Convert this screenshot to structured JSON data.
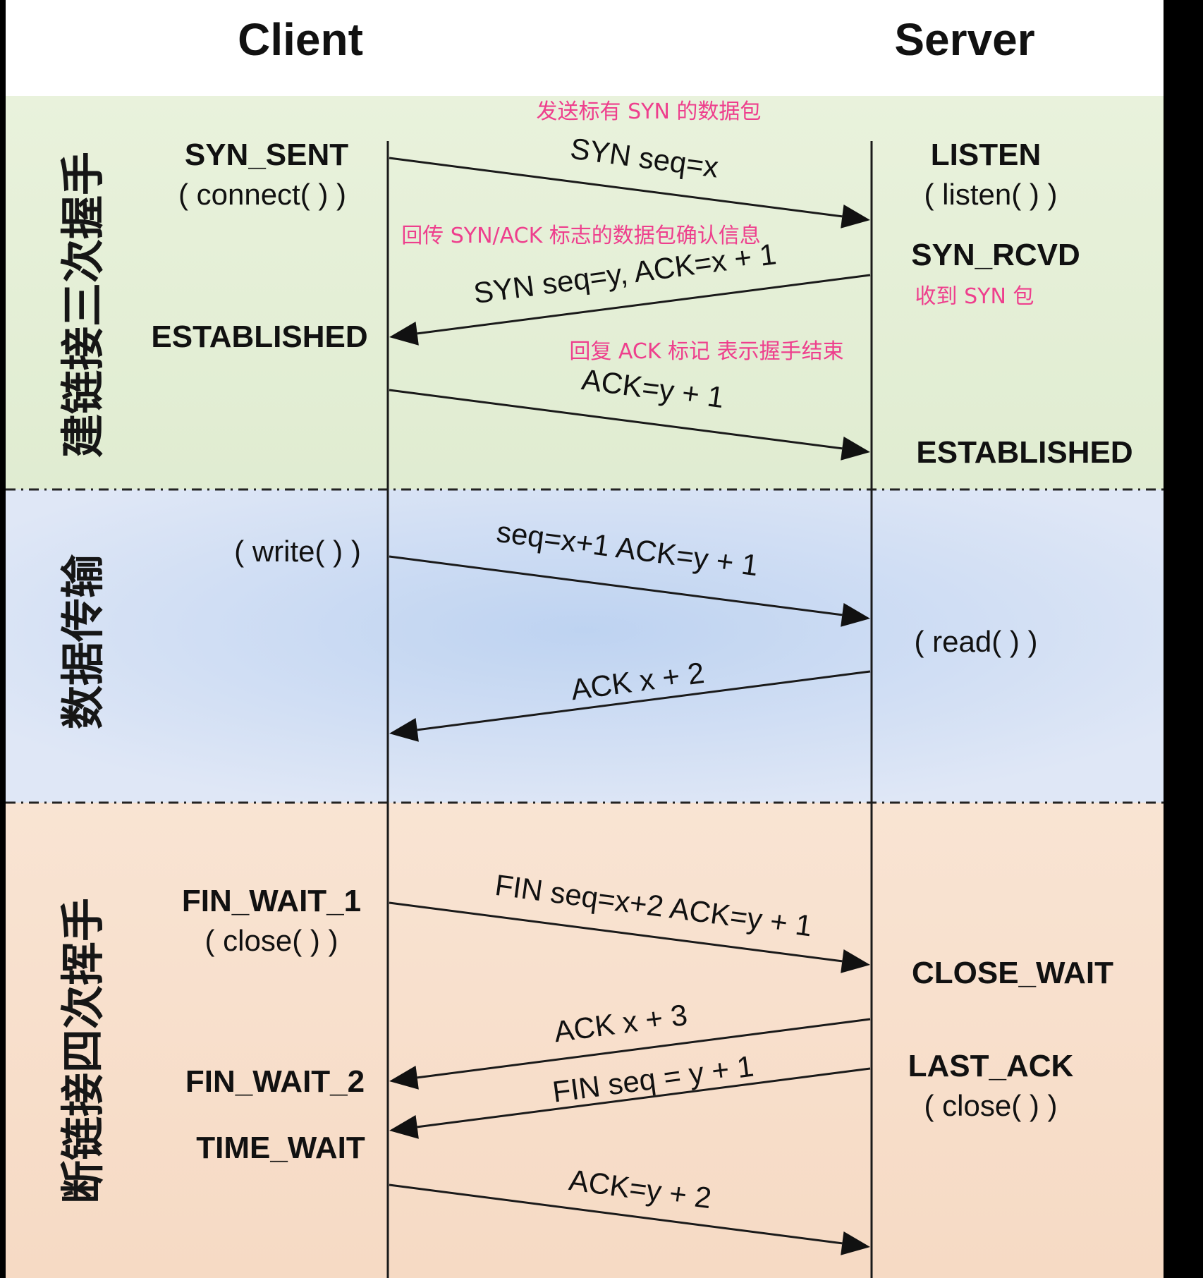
{
  "header": {
    "client": "Client",
    "server": "Server"
  },
  "phases": {
    "handshake": "建链接三次握手",
    "transfer": "数据传输",
    "teardown": "断链接四次挥手"
  },
  "client_states": {
    "syn_sent": "SYN_SENT",
    "connect_call": "( connect( ) )",
    "established": "ESTABLISHED",
    "write_call": "( write( ) )",
    "fin_wait_1": "FIN_WAIT_1",
    "close_call": "( close( ) )",
    "fin_wait_2": "FIN_WAIT_2",
    "time_wait": "TIME_WAIT"
  },
  "server_states": {
    "listen": "LISTEN",
    "listen_call": "( listen( ) )",
    "syn_rcvd": "SYN_RCVD",
    "established": "ESTABLISHED",
    "read_call": "( read( ) )",
    "close_wait": "CLOSE_WAIT",
    "last_ack": "LAST_ACK",
    "close_call": "( close( ) )"
  },
  "messages": {
    "syn": "SYN seq=x",
    "syn_ack": "SYN seq=y, ACK=x + 1",
    "ack": "ACK=y + 1",
    "data": "seq=x+1 ACK=y + 1",
    "data_ack": "ACK x + 2",
    "fin": "FIN seq=x+2 ACK=y + 1",
    "fin_ack": "ACK x + 3",
    "server_fin": "FIN seq = y + 1",
    "last_ack": "ACK=y + 2"
  },
  "notes": {
    "send_syn": "发送标有 SYN 的数据包",
    "return_syn_ack": "回传 SYN/ACK 标志的数据包确认信息",
    "received_syn": "收到 SYN 包",
    "reply_ack": "回复 ACK 标记 表示握手结束"
  },
  "colors": {
    "handshake_bg": "#e4efd5",
    "transfer_bg": "#d6e2f3",
    "transfer_center": "#c3d6f0",
    "teardown_bg": "#f7dfcc",
    "note_pink": "#ee3f8d",
    "line": "#1a1a1a",
    "background": "#000000",
    "header_bg": "#ffffff"
  }
}
